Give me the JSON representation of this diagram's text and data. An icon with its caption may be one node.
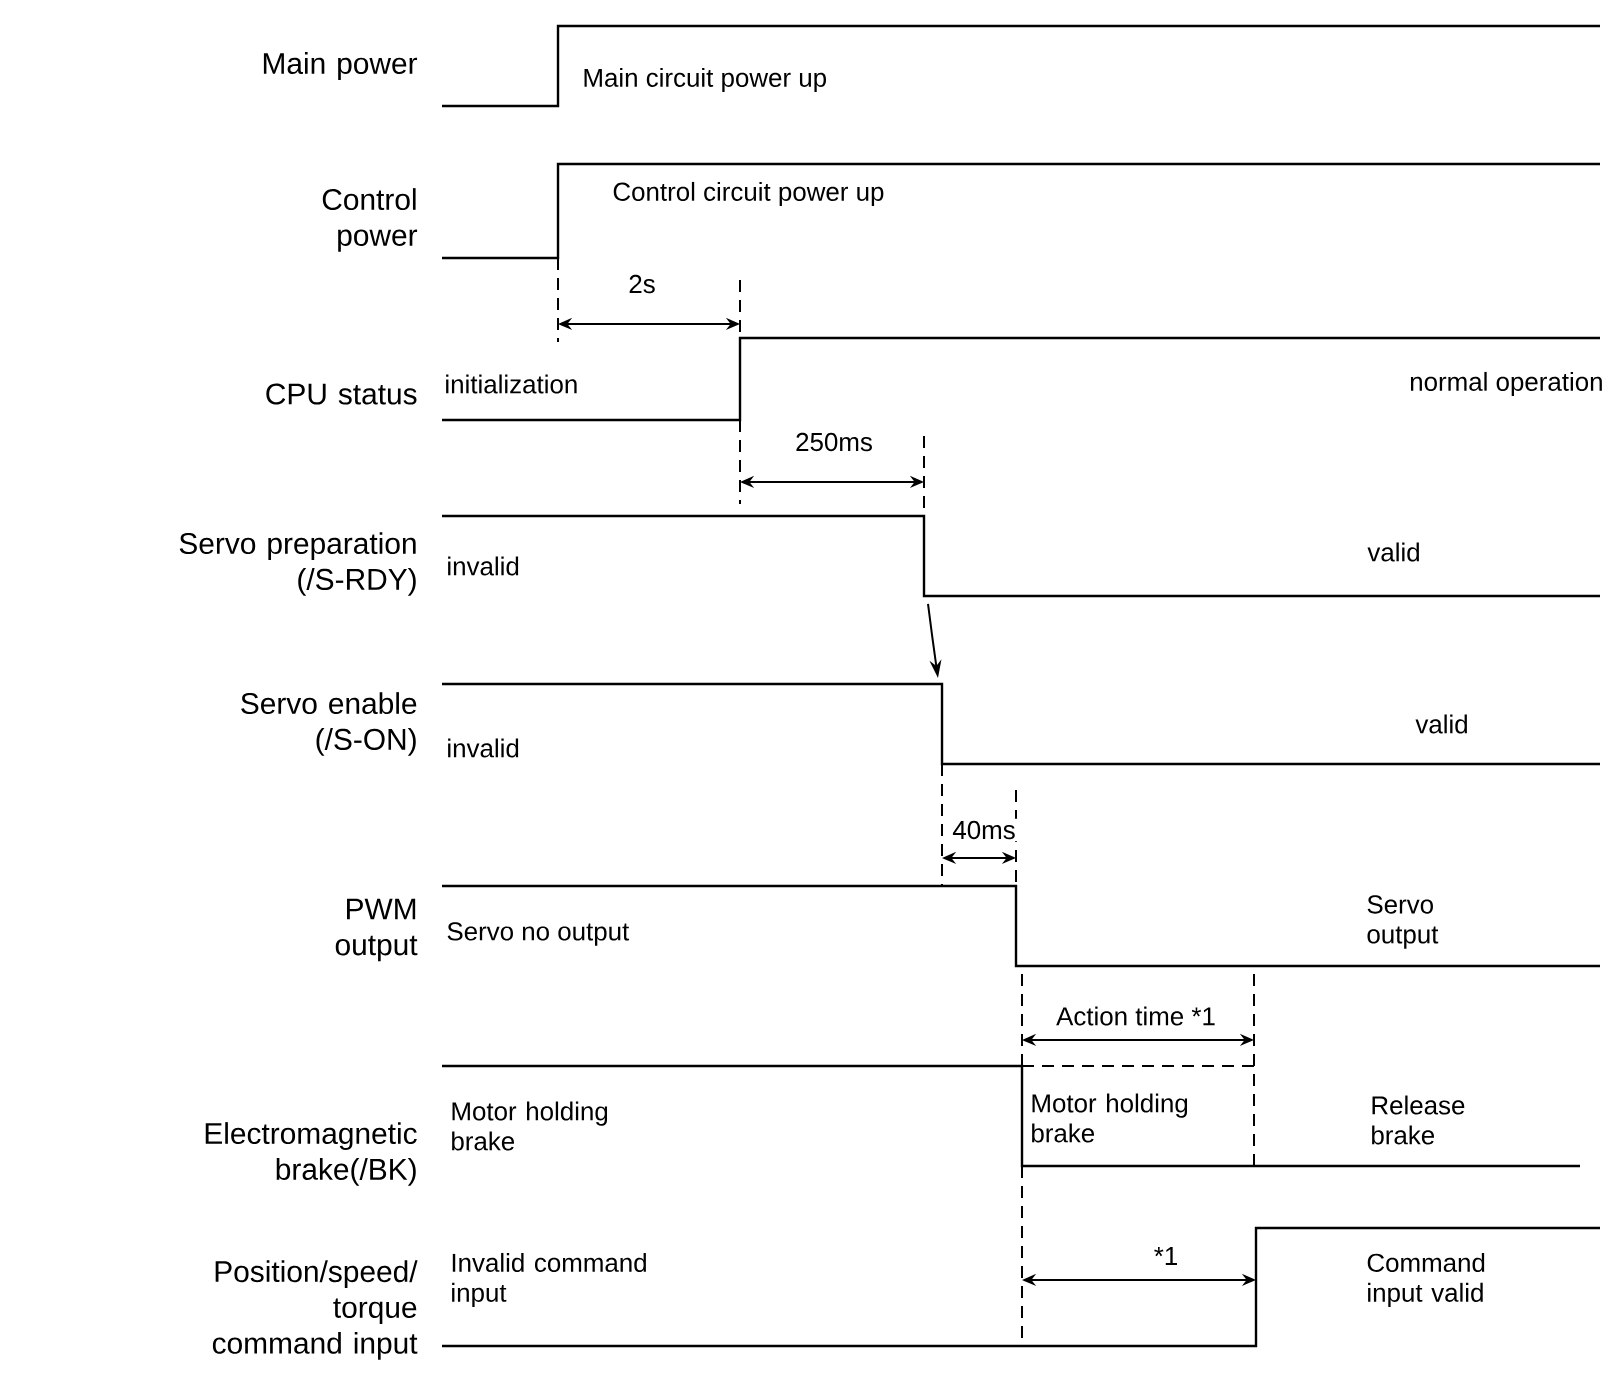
{
  "diagram": {
    "labels": [
      "Main power",
      "Main circuit power up",
      "Control power",
      "Control circuit power up",
      "2s",
      "CPU status",
      "initialization",
      "normal operation",
      "250ms",
      "Servo preparation (/S-RDY)",
      "invalid",
      "valid",
      "Servo enable (/S-ON)",
      "invalid",
      "valid",
      "40ms",
      "PWM output",
      "Servo no output",
      "Servo output",
      "Action time *1",
      "Electromagnetic brake(/BK)",
      "Motor holding brake",
      "Motor holding brake",
      "Release brake",
      "*1",
      "Position/speed/ torque command input",
      "Invalid command input",
      "Command input valid"
    ]
  }
}
